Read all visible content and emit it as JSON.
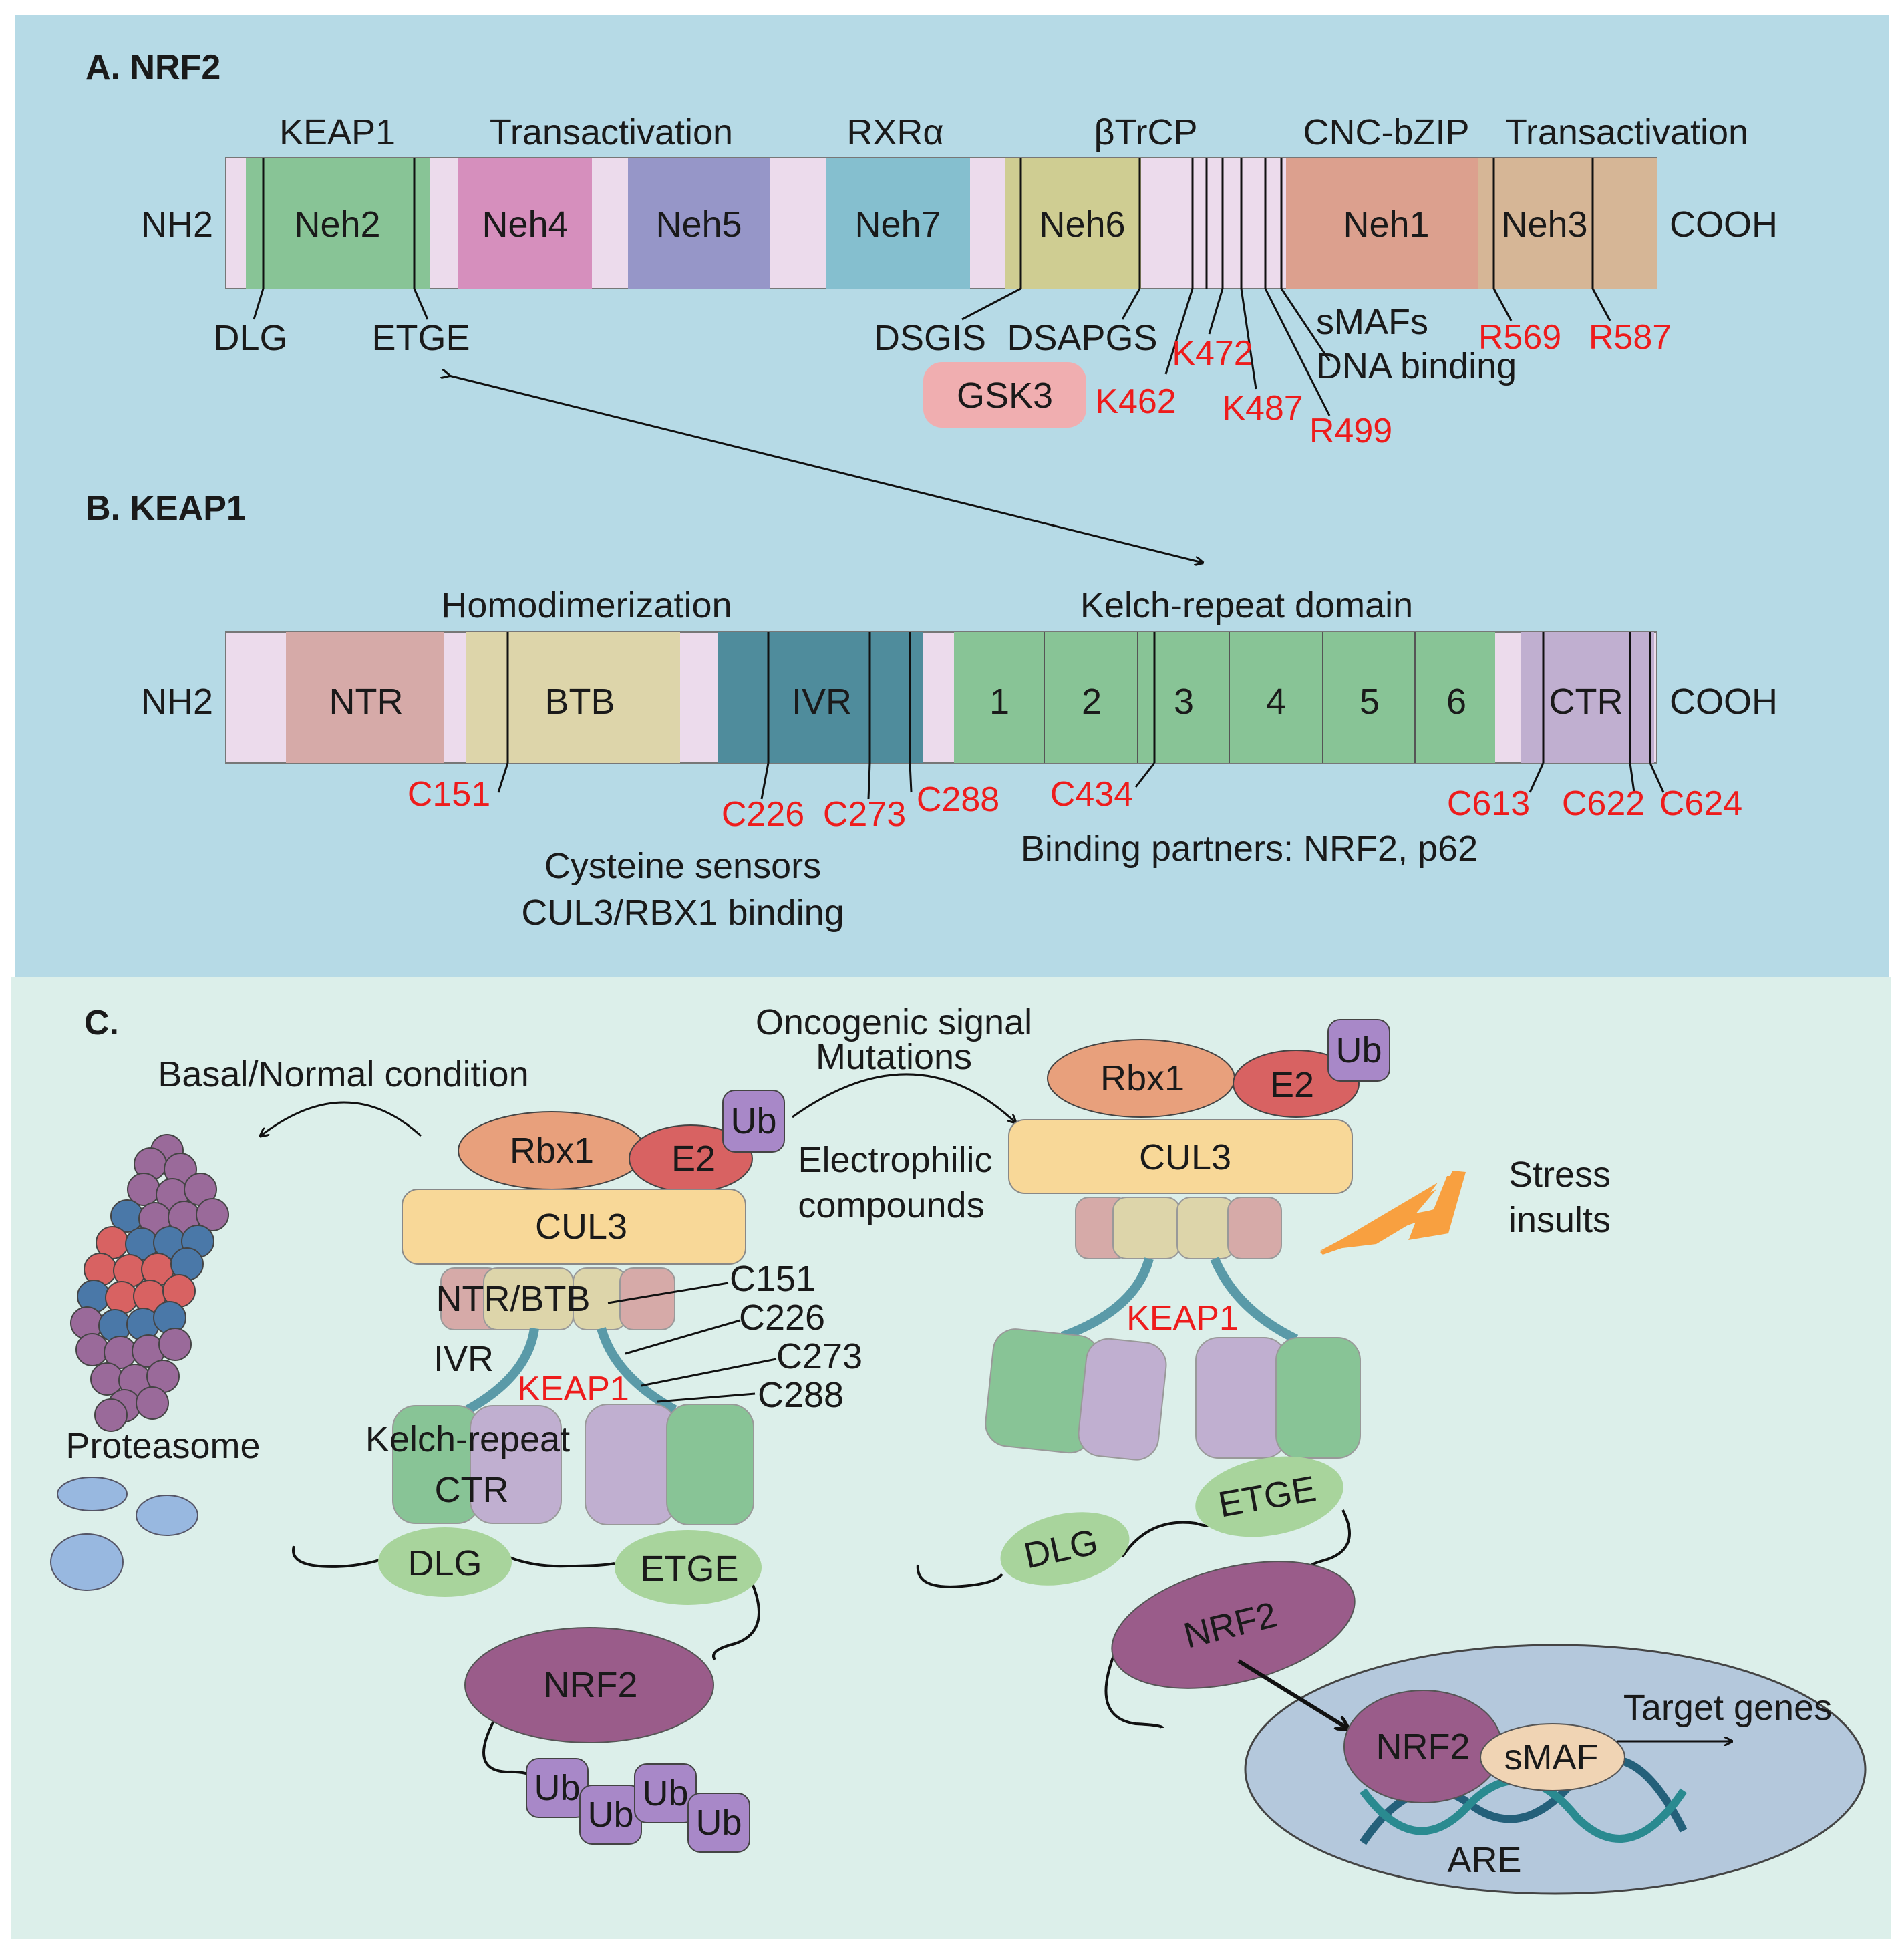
{
  "panel_a": {
    "heading": "A. NRF2",
    "nh2": "NH2",
    "cooh": "COOH",
    "domains": {
      "neh2": "Neh2",
      "neh4": "Neh4",
      "neh5": "Neh5",
      "neh7": "Neh7",
      "neh6": "Neh6",
      "neh1": "Neh1",
      "neh3": "Neh3"
    },
    "functions": {
      "keap1": "KEAP1",
      "transactivation1": "Transactivation",
      "rxra": "RXRα",
      "btrcp": "βTrCP",
      "cnc_bzip": "CNC-bZIP",
      "transactivation2": "Transactivation"
    },
    "motifs": {
      "dlg": "DLG",
      "etge": "ETGE",
      "dsgis": "DSGIS",
      "dsapgs": "DSAPGS"
    },
    "gsk3": "GSK3",
    "smafs": "sMAFs",
    "dna_binding": "DNA binding",
    "residues": {
      "k462": "K462",
      "k472": "K472",
      "k487": "K487",
      "r499": "R499",
      "r569": "R569",
      "r587": "R587"
    }
  },
  "panel_b": {
    "heading": "B. KEAP1",
    "nh2": "NH2",
    "cooh": "COOH",
    "homodimerization": "Homodimerization",
    "kelch_domain": "Kelch-repeat domain",
    "domains": {
      "ntr": "NTR",
      "btb": "BTB",
      "ivr": "IVR",
      "ctr": "CTR"
    },
    "kelch_repeats": [
      "1",
      "2",
      "3",
      "4",
      "5",
      "6"
    ],
    "cysteines": {
      "c151": "C151",
      "c226": "C226",
      "c273": "C273",
      "c288": "C288",
      "c434": "C434",
      "c613": "C613",
      "c622": "C622",
      "c624": "C624"
    },
    "cysteine_sensors": "Cysteine sensors",
    "cul3_binding": "CUL3/RBX1 binding",
    "binding_partners": "Binding partners: NRF2, p62"
  },
  "panel_c": {
    "heading": "C.",
    "basal": "Basal/Normal condition",
    "oncogenic": "Oncogenic signal",
    "mutations": "Mutations",
    "electrophilic1": "Electrophilic",
    "electrophilic2": "compounds",
    "stress1": "Stress",
    "stress2": "insults",
    "proteasome": "Proteasome",
    "rbx1": "Rbx1",
    "e2": "E2",
    "ub": "Ub",
    "cul3": "CUL3",
    "ntr_btb": "NTR/BTB",
    "ivr": "IVR",
    "keap1": "KEAP1",
    "kelch_repeat": "Kelch-repeat",
    "ctr": "CTR",
    "dlg": "DLG",
    "etge": "ETGE",
    "nrf2": "NRF2",
    "smaf": "sMAF",
    "are": "ARE",
    "target_genes": "Target genes",
    "cysteines": [
      "C151",
      "C226",
      "C273",
      "C288"
    ]
  },
  "colors": {
    "panel_ab_bg": "#b6dae6",
    "panel_c_bg": "#dcefea",
    "linker": "#ecdbec",
    "neh2": "#88c496",
    "neh4": "#d68fbd",
    "neh5": "#9696c8",
    "neh7": "#85bfcf",
    "neh6": "#cfcd92",
    "neh1": "#dca08e",
    "neh3": "#d6b696",
    "ntr": "#d6aaa8",
    "btb": "#ddd5aa",
    "ivr": "#4f8c9c",
    "kelch": "#88c496",
    "ctr": "#c0afd0",
    "rbx1": "#e8a07c",
    "e2": "#d86262",
    "ub": "#a888c8",
    "cul3": "#f8d898",
    "nrf2": "#9a5c8a",
    "smaf": "#f0d4b4",
    "dlg": "#a8d49c",
    "nucleus": "#b4c8dc",
    "stress": "#f8a040",
    "red_text": "#ee1c1c"
  }
}
